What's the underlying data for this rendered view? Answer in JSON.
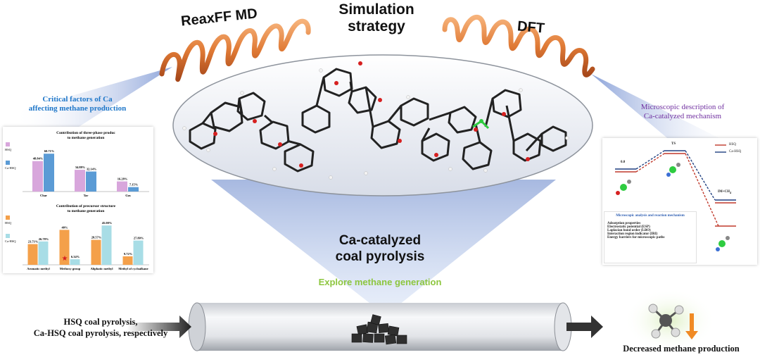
{
  "titles": {
    "reaxff": "ReaxFF MD",
    "simulation": "Simulation",
    "strategy": "strategy",
    "dft": "DFT"
  },
  "left_panel": {
    "heading_line1": "Critical factors of Ca",
    "heading_line2": "affecting methane production",
    "heading_color": "#1f77c9",
    "chart1_title_line1": "Contribution of three-phase produc",
    "chart1_title_line2": "to methane generation",
    "chart2_title_line1": "Contribution of precursor structure",
    "chart2_title_line2": "to methane generation",
    "legend_hsq": "HSQ",
    "legend_cahsq": "Ca-HSQ"
  },
  "chart_data": [
    {
      "type": "bar",
      "title": "Contribution of three-phase produc to methane generation",
      "categories": [
        "Char",
        "Tar",
        "Gas"
      ],
      "series": [
        {
          "name": "HSQ",
          "values": [
            48.84,
            34.88,
            16.28
          ],
          "labels": [
            "48.84%",
            "34.88%",
            "16.28%"
          ],
          "color": "#d8a6dc"
        },
        {
          "name": "Ca-HSQ",
          "values": [
            60.71,
            32.14,
            7.15
          ],
          "labels": [
            "60.71%",
            "32.14%",
            "7.15%"
          ],
          "color": "#5b9bd5"
        }
      ],
      "ylim": [
        0,
        70
      ]
    },
    {
      "type": "bar",
      "title": "Contribution of precursor structure to methane generation",
      "categories": [
        "Aromatic methyl",
        "Methoxy group",
        "Aliphatic methyl",
        "Methyl of cycloalkane"
      ],
      "series": [
        {
          "name": "HSQ",
          "values": [
            23.71,
            40,
            28.57,
            9.72
          ],
          "labels": [
            "23.71%",
            "40%",
            "28.57%",
            "9.72%"
          ],
          "color": "#f4a04a"
        },
        {
          "name": "Ca-HSQ",
          "values": [
            26.78,
            6.34,
            45,
            27.8
          ],
          "labels": [
            "26.78%",
            "6.34%",
            "45.00%",
            "27.80%"
          ],
          "color": "#a8dde6"
        }
      ],
      "ylim": [
        0,
        50
      ]
    }
  ],
  "right_panel": {
    "heading_line1": "Microscopic description of",
    "heading_line2": "Ca-catalyzed mechanism",
    "heading_color": "#7030a0",
    "ts_label": "TS",
    "zero_label": "0.0",
    "im_label": "IM+CH",
    "im_sub": "4",
    "legend_hsq": "HSQ",
    "legend_cahsq": "Ca-HSQ",
    "analysis_title": "Microscopic analysis and reaction mechanism",
    "analysis_items": [
      "Adsorption properties",
      "Electrostatic potential (ESP)",
      "Laplacian bond order (LBO)",
      "Interaction region indicator (IRI)",
      "Energy barriers for microscopic paths"
    ]
  },
  "center": {
    "line1": "Ca-catalyzed",
    "line2": "coal pyrolysis",
    "explore": "Explore methane generation",
    "explore_color": "#8dc63f"
  },
  "bottom": {
    "input_line1": "HSQ coal pyrolysis,",
    "input_line2": "Ca-HSQ coal  pyrolysis, respectively",
    "output": "Decreased methane production"
  }
}
